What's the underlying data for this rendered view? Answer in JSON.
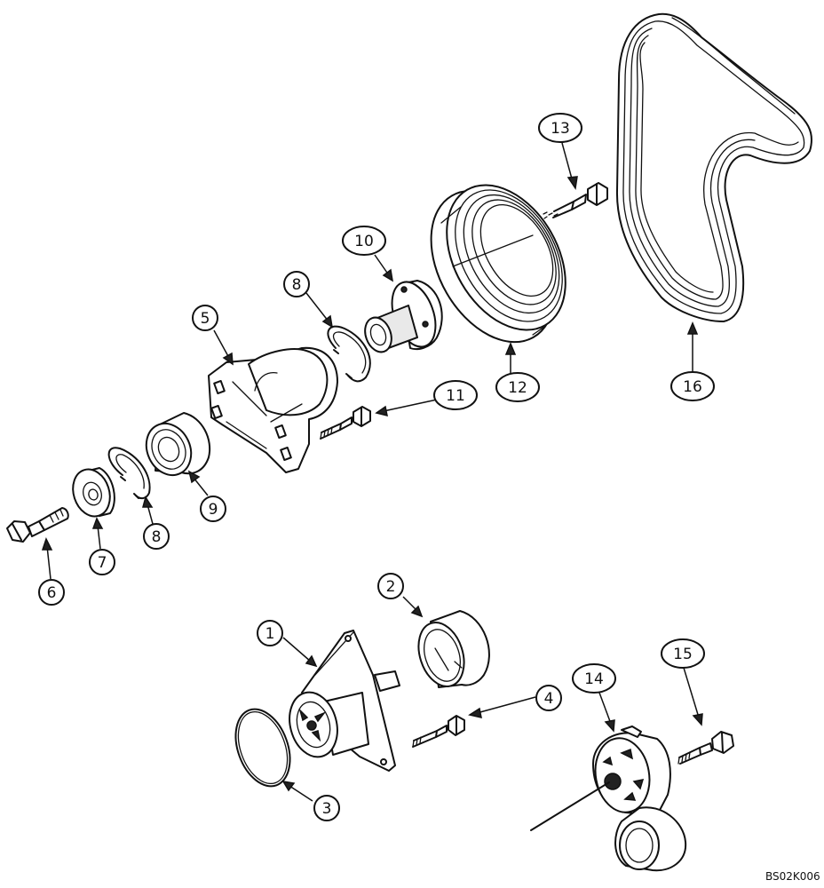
{
  "diagram": {
    "figure_code": "BS02K006",
    "callouts": [
      {
        "id": "c1",
        "label": "1"
      },
      {
        "id": "c2",
        "label": "2"
      },
      {
        "id": "c3",
        "label": "3"
      },
      {
        "id": "c4",
        "label": "4"
      },
      {
        "id": "c5",
        "label": "5"
      },
      {
        "id": "c6",
        "label": "6"
      },
      {
        "id": "c7",
        "label": "7"
      },
      {
        "id": "c8a",
        "label": "8"
      },
      {
        "id": "c8b",
        "label": "8"
      },
      {
        "id": "c9",
        "label": "9"
      },
      {
        "id": "c10",
        "label": "10"
      },
      {
        "id": "c11",
        "label": "11"
      },
      {
        "id": "c12",
        "label": "12"
      },
      {
        "id": "c13",
        "label": "13"
      },
      {
        "id": "c14",
        "label": "14"
      },
      {
        "id": "c15",
        "label": "15"
      },
      {
        "id": "c16",
        "label": "16"
      }
    ],
    "parts": [
      {
        "id": "p1",
        "icon": "water-pump-icon"
      },
      {
        "id": "p2",
        "icon": "idler-pulley-icon"
      },
      {
        "id": "p3",
        "icon": "o-ring-icon"
      },
      {
        "id": "p4",
        "icon": "bolt-icon"
      },
      {
        "id": "p5",
        "icon": "bracket-housing-icon"
      },
      {
        "id": "p6",
        "icon": "bolt-icon"
      },
      {
        "id": "p7",
        "icon": "washer-icon"
      },
      {
        "id": "p8",
        "icon": "snap-ring-icon"
      },
      {
        "id": "p9",
        "icon": "bearing-icon"
      },
      {
        "id": "p10",
        "icon": "hub-shaft-icon"
      },
      {
        "id": "p11",
        "icon": "bolt-icon"
      },
      {
        "id": "p12",
        "icon": "fan-pulley-icon"
      },
      {
        "id": "p13",
        "icon": "bolt-icon"
      },
      {
        "id": "p14",
        "icon": "belt-tensioner-icon"
      },
      {
        "id": "p15",
        "icon": "bolt-icon"
      },
      {
        "id": "p16",
        "icon": "serpentine-belt-icon"
      }
    ]
  }
}
